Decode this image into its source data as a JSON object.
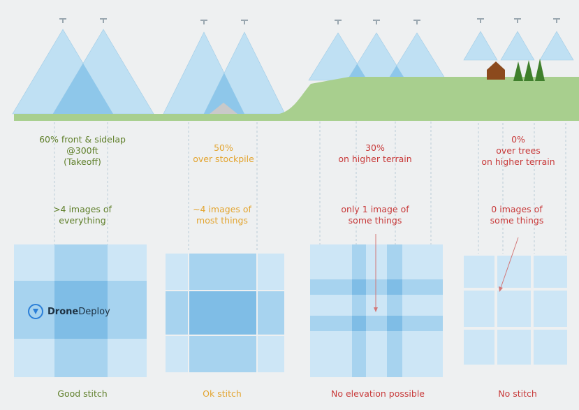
{
  "scenarios": [
    {
      "overlap_lines": [
        "60% front & sidelap",
        "@300ft",
        "(Takeoff)"
      ],
      "images_lines": [
        ">4 images of",
        "everything"
      ],
      "result": "Good stitch",
      "color": "#5f7f2a"
    },
    {
      "overlap_lines": [
        "50%",
        "over stockpile"
      ],
      "images_lines": [
        "~4 images of",
        "most things"
      ],
      "result": "Ok stitch",
      "color": "#e3a531"
    },
    {
      "overlap_lines": [
        "30%",
        "on higher terrain"
      ],
      "images_lines": [
        "only 1 image of",
        "some things"
      ],
      "result": "No elevation possible",
      "color": "#c83a3a"
    },
    {
      "overlap_lines": [
        "0%",
        "over trees",
        "on higher terrain"
      ],
      "images_lines": [
        "0 images of",
        "some things"
      ],
      "result": "No stitch",
      "color": "#c83a3a"
    }
  ],
  "logo": {
    "prefix": "Drone",
    "suffix": "Deploy"
  },
  "colors": {
    "ground": "#a8cf8e",
    "cone_light": "#bfe0f3",
    "cone_dark": "#8ec7ea",
    "tile_light": "#cde6f6",
    "tile_mid": "#a7d3ef",
    "tile_dark": "#7fbde6",
    "tree": "#3f7f2c",
    "house": "#8c4a1d",
    "stockpile": "#c9c9c9"
  }
}
